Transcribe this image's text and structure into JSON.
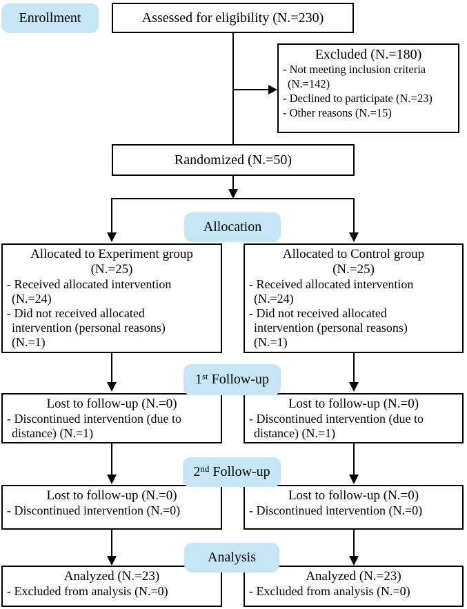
{
  "colors": {
    "badge_fill": "#c4e6f5",
    "line": "#000000",
    "box_bg": "#ffffff"
  },
  "badges": {
    "enrollment": "Enrollment",
    "allocation": "Allocation",
    "followup1": {
      "num": "1",
      "sup": "st",
      "rest": " Follow-up"
    },
    "followup2": {
      "num": "2",
      "sup": "nd",
      "rest": " Follow-up"
    },
    "analysis": "Analysis"
  },
  "boxes": {
    "assessed": {
      "title": "Assessed for eligibility (N.=230)"
    },
    "excluded": {
      "title": "Excluded (N.=180)",
      "lines": [
        "- Not meeting inclusion criteria",
        "(N.=142)",
        "- Declined to participate (N.=23)",
        "- Other reasons (N.=15)"
      ]
    },
    "randomized": {
      "title": "Randomized (N.=50)"
    },
    "alloc_experiment": {
      "title1": "Allocated to Experiment group",
      "title2": "(N.=25)",
      "lines": [
        "- Received allocated intervention",
        "(N.=24)",
        "- Did not received allocated",
        "intervention (personal reasons)",
        "(N.=1)"
      ]
    },
    "alloc_control": {
      "title1": "Allocated to Control group",
      "title2": "(N.=25)",
      "lines": [
        "- Received allocated intervention",
        "(N.=24)",
        "- Did not received allocated",
        "intervention (personal reasons)",
        "(N.=1)"
      ]
    },
    "fu1_left": {
      "title": "Lost to follow-up (N.=0)",
      "lines": [
        "- Discontinued intervention (due to",
        "distance) (N.=1)"
      ]
    },
    "fu1_right": {
      "title": "Lost to follow-up (N.=0)",
      "lines": [
        "- Discontinued intervention (due to",
        "distance) (N.=1)"
      ]
    },
    "fu2_left": {
      "title": "Lost to follow-up (N.=0)",
      "lines": [
        "- Discontinued intervention (N.=0)"
      ]
    },
    "fu2_right": {
      "title": "Lost to follow-up (N.=0)",
      "lines": [
        "- Discontinued intervention (N.=0)"
      ]
    },
    "analysis_left": {
      "title": "Analyzed (N.=23)",
      "lines": [
        "- Excluded from analysis (N.=0)"
      ]
    },
    "analysis_right": {
      "title": "Analyzed (N.=23)",
      "lines": [
        "- Excluded from analysis (N.=0)"
      ]
    }
  }
}
